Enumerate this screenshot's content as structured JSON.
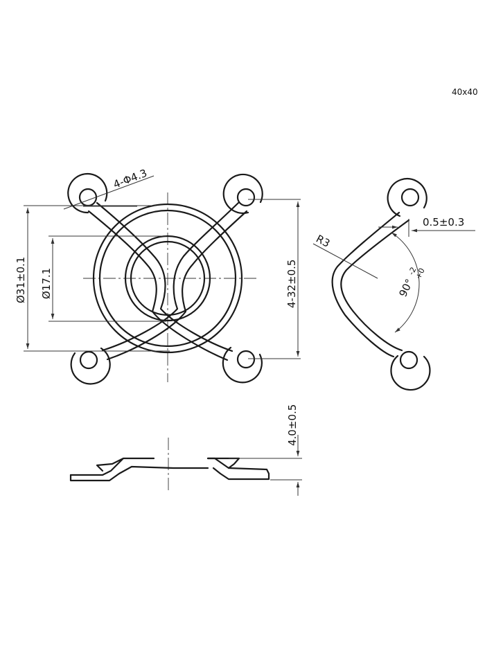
{
  "model_label": "40x40",
  "dimensions": {
    "hole": "4-Φ4.3",
    "outer_diameter": "Ø31±0.1",
    "inner_diameter": "Ø17.1",
    "hole_spacing": "4-32±0.5",
    "radius": "R3",
    "wire_gap": "0.5±0.3",
    "angle": "90°",
    "angle_tol_upper": "+0",
    "angle_tol_lower": "-2",
    "height": "4.0±0.5"
  }
}
